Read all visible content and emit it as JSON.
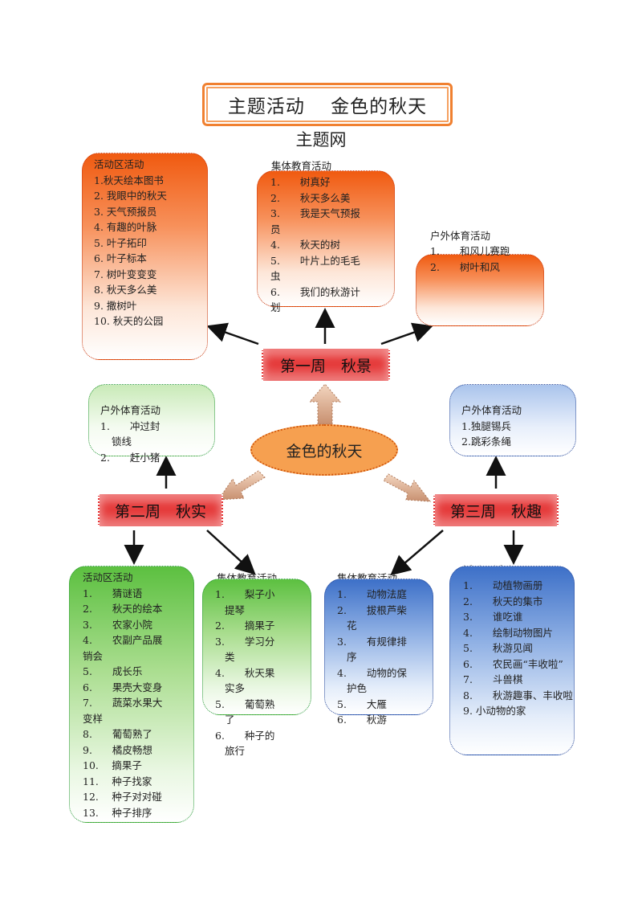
{
  "title": "主题活动　 金色的秋天",
  "subtitle": "主题网",
  "center": "金色的秋天",
  "weeks": {
    "w1": "第一周　秋景",
    "w2": "第二周　秋实",
    "w3": "第三周　秋趣"
  },
  "w1_area": {
    "heading": "活动区活动",
    "items": [
      "1.秋天绘本图书",
      "2. 我眼中的秋天",
      "3. 天气预报员",
      "4. 有趣的叶脉",
      "5. 叶子拓印",
      "6. 叶子标本",
      "7. 树叶变变变",
      "8. 秋天多么美",
      "9. 撒树叶",
      "10. 秋天的公园"
    ]
  },
  "w1_group": {
    "heading": "集体教育活动",
    "items": [
      "1.　　树真好",
      "2.　　秋天多么美",
      "3.　　我是天气预报",
      "员",
      "4.　　秋天的树",
      "5.　　叶片上的毛毛",
      "虫",
      "6.　　我们的秋游计",
      "划"
    ]
  },
  "w1_outdoor": {
    "heading": "户外体育活动",
    "items": [
      "1.　　和风儿赛跑",
      "2.　　树叶和风"
    ]
  },
  "w2_outdoor": {
    "heading": "户外体育活动",
    "items": [
      "1.　　冲过封",
      "锁线",
      "2.　　赶小猪"
    ]
  },
  "w2_area": {
    "heading": "活动区活动",
    "items": [
      "1.　　猜谜语",
      "2.　　秋天的绘本",
      "3.　　农家小院",
      "4.　　农副产品展",
      "销会",
      "5.　　成长乐",
      "6.　　果壳大变身",
      "7.　　蔬菜水果大",
      "变样",
      "8.　　葡萄熟了",
      "9.　　橘皮畅想",
      "10.　 摘果子",
      "11.　 种子找家",
      "12.　 种子对对碰",
      "13.　 种子排序"
    ]
  },
  "w2_group": {
    "heading": "集体教育活动",
    "items": [
      "1.　　梨子小",
      "提琴",
      "2.　　摘果子",
      "3.　　学习分",
      "类",
      "4.　　秋天果",
      "实多",
      "5.　　葡萄熟",
      "了",
      "6.　　种子的",
      "旅行"
    ]
  },
  "w3_outdoor": {
    "heading": "户外体育活动",
    "items": [
      "1.独腿锡兵",
      "2.跳彩条绳"
    ]
  },
  "w3_group": {
    "heading": "集体教育活动",
    "items": [
      "1.　　动物法庭",
      "2.　　拔根芦柴",
      "花",
      "3.　　有规律排",
      "序",
      "4.　　动物的保",
      "护色",
      "5.　　大雁",
      "6.　　秋游"
    ]
  },
  "w3_area": {
    "heading": "活动区活动",
    "items": [
      "1.　　动植物画册",
      "2.　　秋天的集市",
      "3.　　谁吃谁",
      "4.　　绘制动物图片",
      "5.　　秋游见闻",
      "6.　　农民画“丰收啦”",
      "7.　　斗兽棋",
      "8.　　秋游趣事、丰收啦",
      "9. 小动物的家"
    ]
  }
}
